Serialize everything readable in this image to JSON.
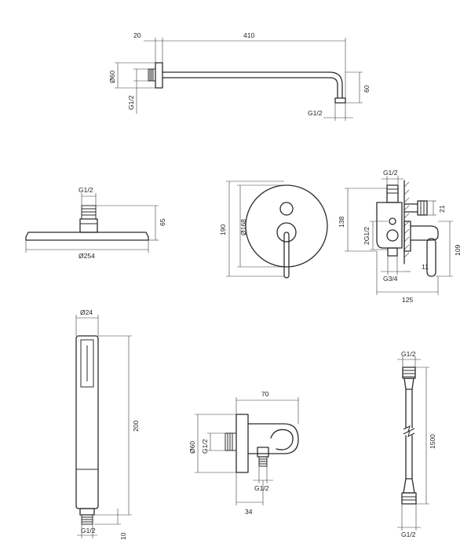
{
  "shower_arm": {
    "d_width": "20",
    "d_length": "410",
    "d_diameter": "Ø60",
    "d_thread_left": "G1/2",
    "d_thread_right": "G1/2",
    "d_drop": "60"
  },
  "overhead_shower": {
    "d_thread": "G1/2",
    "d_height": "65",
    "d_diameter": "Ø254"
  },
  "mixer_front": {
    "d_height": "190",
    "d_plate": "Ø168"
  },
  "mixer_side": {
    "d_top_thread": "G1/2",
    "d_height": "138",
    "d_21": "21",
    "d_2g": "2G1/2",
    "d_109": "109",
    "d_bottom_thread": "G3/4",
    "d_11": "11",
    "d_depth": "125"
  },
  "hand_shower": {
    "d_diameter": "Ø24",
    "d_length": "200",
    "d_10": "10",
    "d_thread": "G1/2"
  },
  "wall_outlet": {
    "d_width": "70",
    "d_diameter": "Ø60",
    "d_thread": "G1/2",
    "d_thread_bottom": "G1/2",
    "d_34": "34"
  },
  "hose": {
    "d_thread_top": "G1/2",
    "d_length": "1500",
    "d_thread_bottom": "G1/2"
  }
}
